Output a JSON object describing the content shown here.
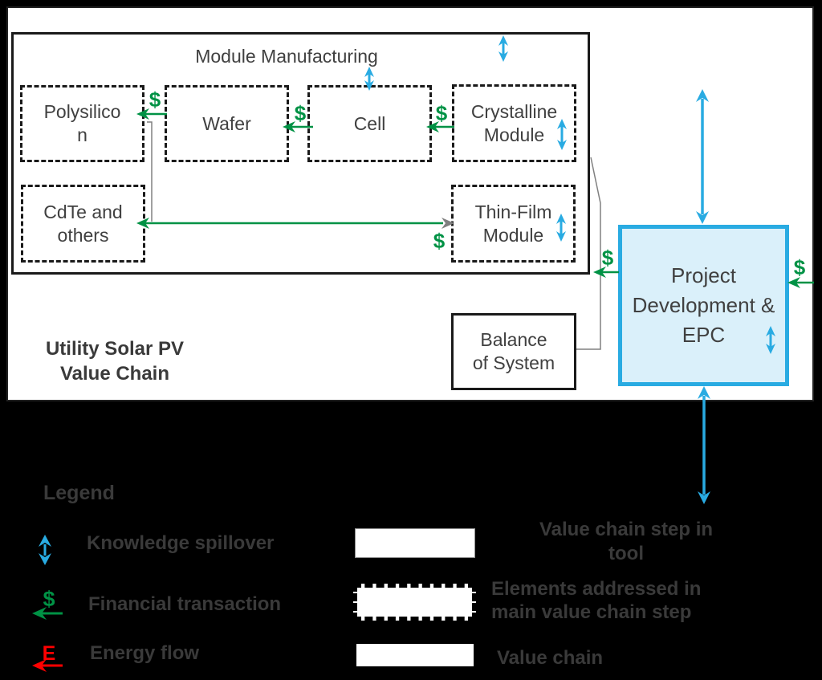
{
  "diagram": {
    "module_manufacturing_title": "Module Manufacturing",
    "boxes": {
      "polysilicon": "Polysilico\nn",
      "wafer": "Wafer",
      "cell": "Cell",
      "crystalline_module": "Crystalline\nModule",
      "cdte_and_others": "CdTe and\nothers",
      "thin_film_module": "Thin-Film\nModule",
      "balance_of_system": "Balance\nof System",
      "project_development_epc": "Project\nDevelopment &\nEPC"
    },
    "caption": "Utility Solar PV\nValue Chain",
    "dollar_symbol": "$"
  },
  "legend": {
    "title": "Legend",
    "items": [
      {
        "icon": "knowledge-spillover-arrow",
        "label": "Knowledge spillover"
      },
      {
        "icon": "financial-transaction-arrow",
        "label": "Financial transaction"
      },
      {
        "icon": "energy-flow-arrow",
        "label": "Energy flow"
      }
    ],
    "energy_icon_letter": "E",
    "swatches": [
      {
        "style": "solid-box",
        "label": "Value chain step in\ntool"
      },
      {
        "style": "dashed-box",
        "label": "Elements addressed in\nmain value chain step"
      },
      {
        "style": "plain-box",
        "label": "Value chain"
      }
    ]
  },
  "colors": {
    "knowledge_spillover_blue": "#29ABE2",
    "financial_green": "#009245",
    "energy_red": "#FF0000",
    "epc_fill": "#DAF0FA",
    "epc_border": "#29ABE2",
    "diagram_text": "#404040",
    "legend_text": "#3A3A3A"
  }
}
